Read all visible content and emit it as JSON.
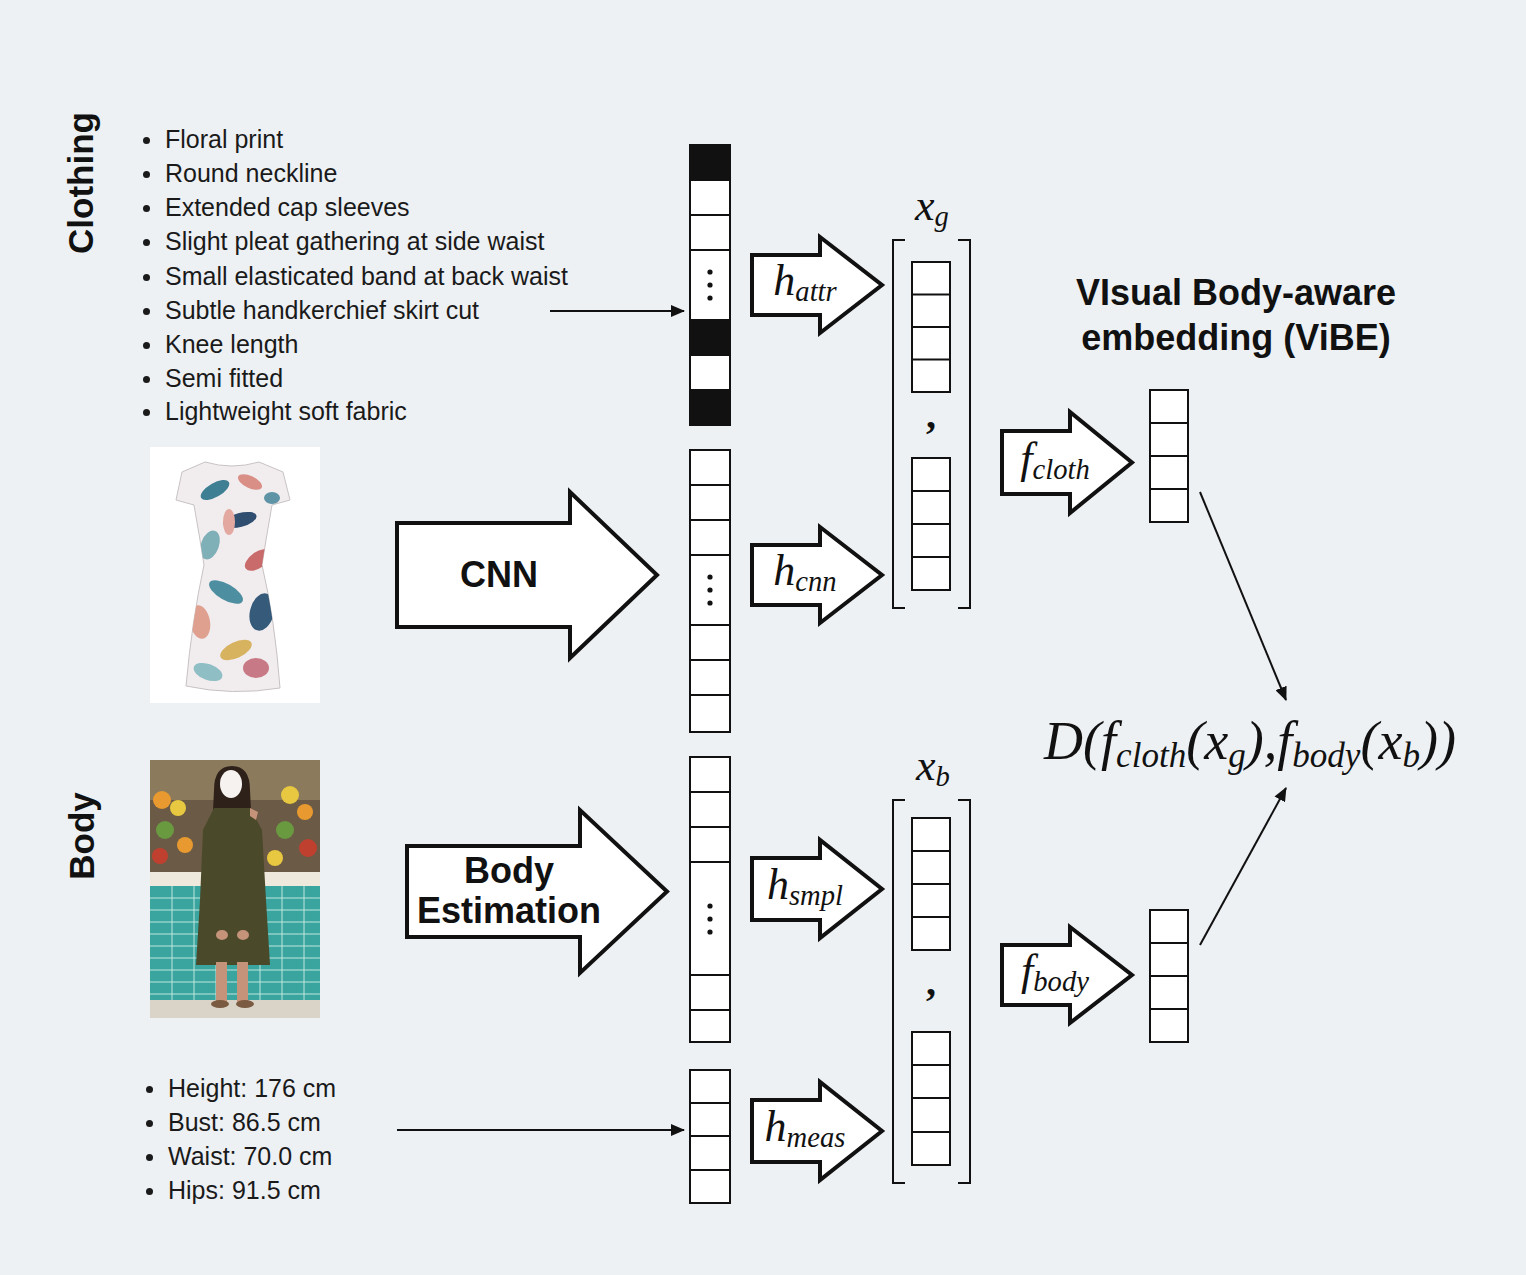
{
  "diagram": {
    "nodes": [
      {
        "text": [
          "Clothing"
        ]
      },
      {
        "text": [
          "CNN"
        ],
        "in": 0
      },
      {
        "text": [
          "hattr"
        ],
        "in": 0
      },
      {
        "text": [
          "hcnn"
        ],
        "in": 0
      },
      {
        "text": [
          "Body"
        ]
      },
      {
        "text": [
          "Body Estimation"
        ],
        "in": 4
      },
      {
        "text": [
          "hsmpl"
        ],
        "in": 4
      },
      {
        "text": [
          "hmeas"
        ],
        "in": 4
      },
      {
        "text": [
          "VIsual Body-aware embedding (ViBE)",
          "D(fcloth(xg),fbody(xb))"
        ]
      },
      {
        "text": [
          "fcloth"
        ],
        "in": 8
      },
      {
        "text": [
          "fbody"
        ],
        "in": 8
      }
    ],
    "labels": [
      "Floral print",
      "Round neckline",
      "Extended cap sleeves",
      "Slight pleat gathering at side waist",
      "Small elasticated band at back waist",
      "Subtle handkerchief skirt cut",
      "Knee length",
      "Semi fitted",
      "Lightweight soft fabric",
      "xg",
      ",",
      "xb",
      ",",
      "Height: 176 cm",
      "Bust: 86.5 cm",
      "Waist: 70.0 cm",
      "Hips: 91.5 cm"
    ]
  }
}
